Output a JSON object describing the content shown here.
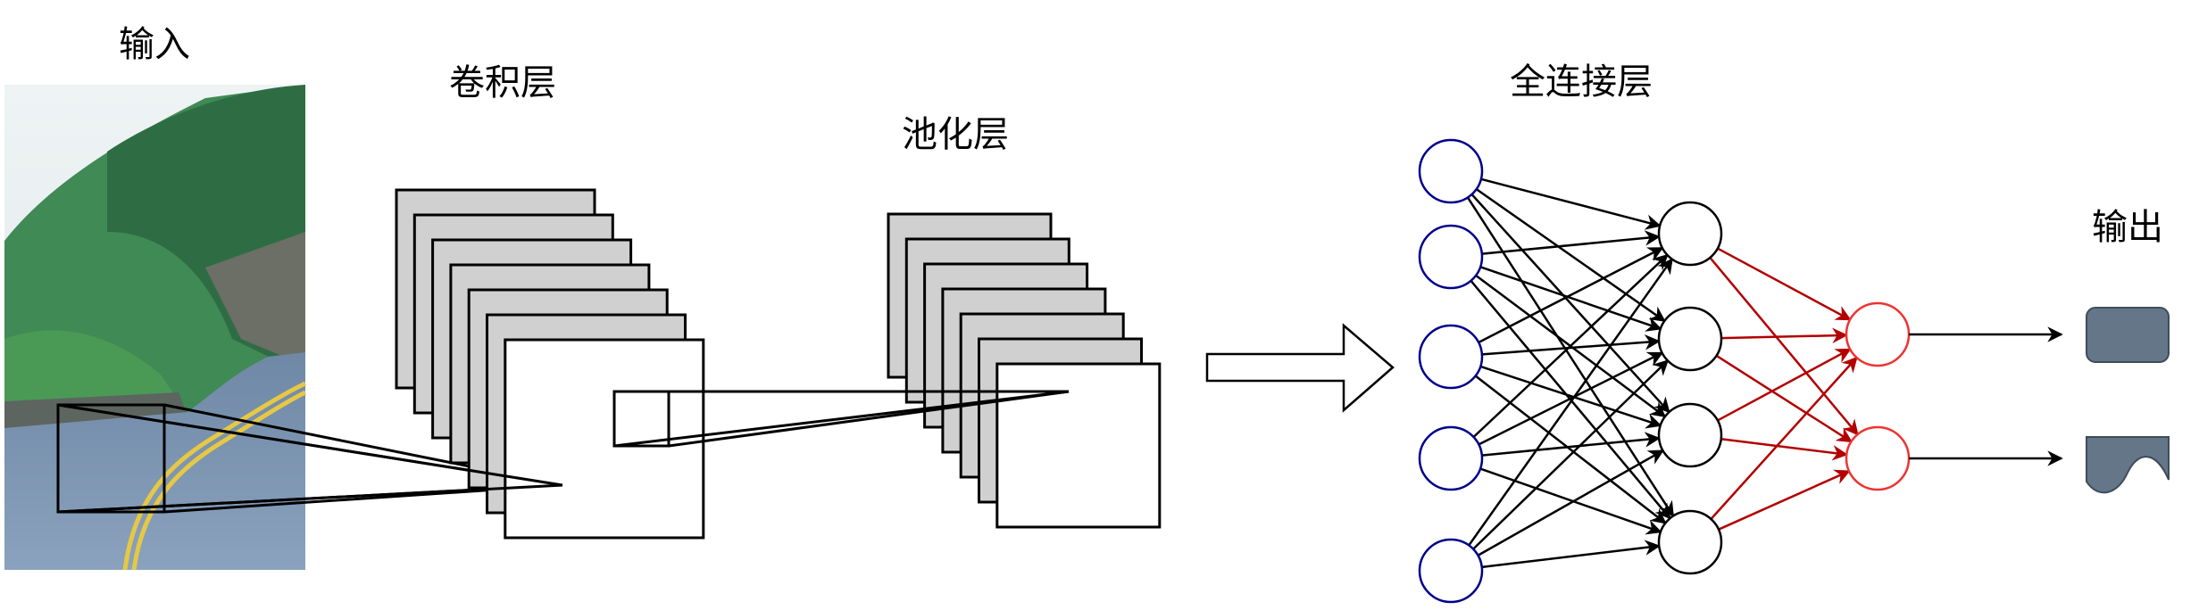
{
  "labels": {
    "input": "输入",
    "conv": "卷积层",
    "pool": "池化层",
    "fc": "全连接层",
    "output": "输出"
  },
  "colors": {
    "input_node": "#00008b",
    "hidden_node": "#000000",
    "output_node": "#ee3333",
    "red_edge": "#b20000",
    "feature_map": "#d0d0d0",
    "output_shape": "#647687"
  },
  "network": {
    "input_nodes": 5,
    "hidden_nodes": 4,
    "output_nodes": 2
  }
}
